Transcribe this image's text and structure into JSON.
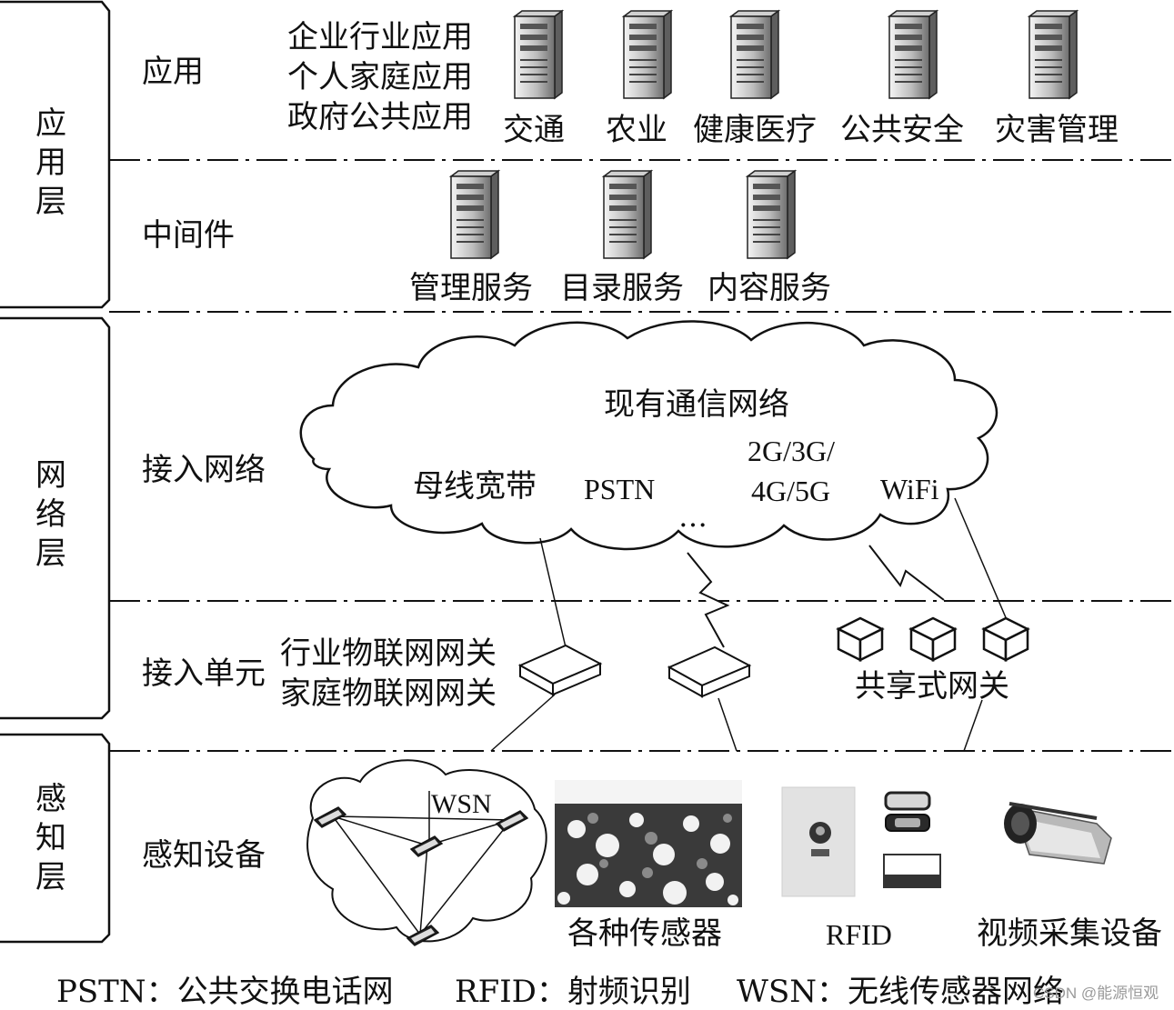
{
  "layers": {
    "application": [
      "应",
      "用",
      "层"
    ],
    "network": [
      "网",
      "络",
      "层"
    ],
    "perception": [
      "感",
      "知",
      "层"
    ]
  },
  "rows": {
    "application": "应用",
    "middleware": "中间件",
    "access_network": "接入网络",
    "access_unit": "接入单元",
    "sensing": "感知设备"
  },
  "applications": {
    "categories": [
      "企业行业应用",
      "个人家庭应用",
      "政府公共应用"
    ],
    "domains": [
      "交通",
      "农业",
      "健康医疗",
      "公共安全",
      "灾害管理"
    ]
  },
  "middleware": {
    "services": [
      "管理服务",
      "目录服务",
      "内容服务"
    ]
  },
  "network": {
    "cloud_title": "现有通信网络",
    "bus_broadband": "母线宽带",
    "pstn": "PSTN",
    "mobile_line1": "2G/3G/",
    "mobile_line2": "4G/5G",
    "wifi": "WiFi",
    "ellipsis": "…"
  },
  "gateways": {
    "industry": "行业物联网网关",
    "home": "家庭物联网网关",
    "shared": "共享式网关"
  },
  "sensing": {
    "wsn": "WSN",
    "sensors": "各种传感器",
    "rfid": "RFID",
    "video": "视频采集设备"
  },
  "legend": {
    "pstn": "PSTN：公共交换电话网",
    "rfid": "RFID：射频识别",
    "wsn": "WSN：无线传感器网络"
  },
  "watermark": "CSDN @能源恒观"
}
